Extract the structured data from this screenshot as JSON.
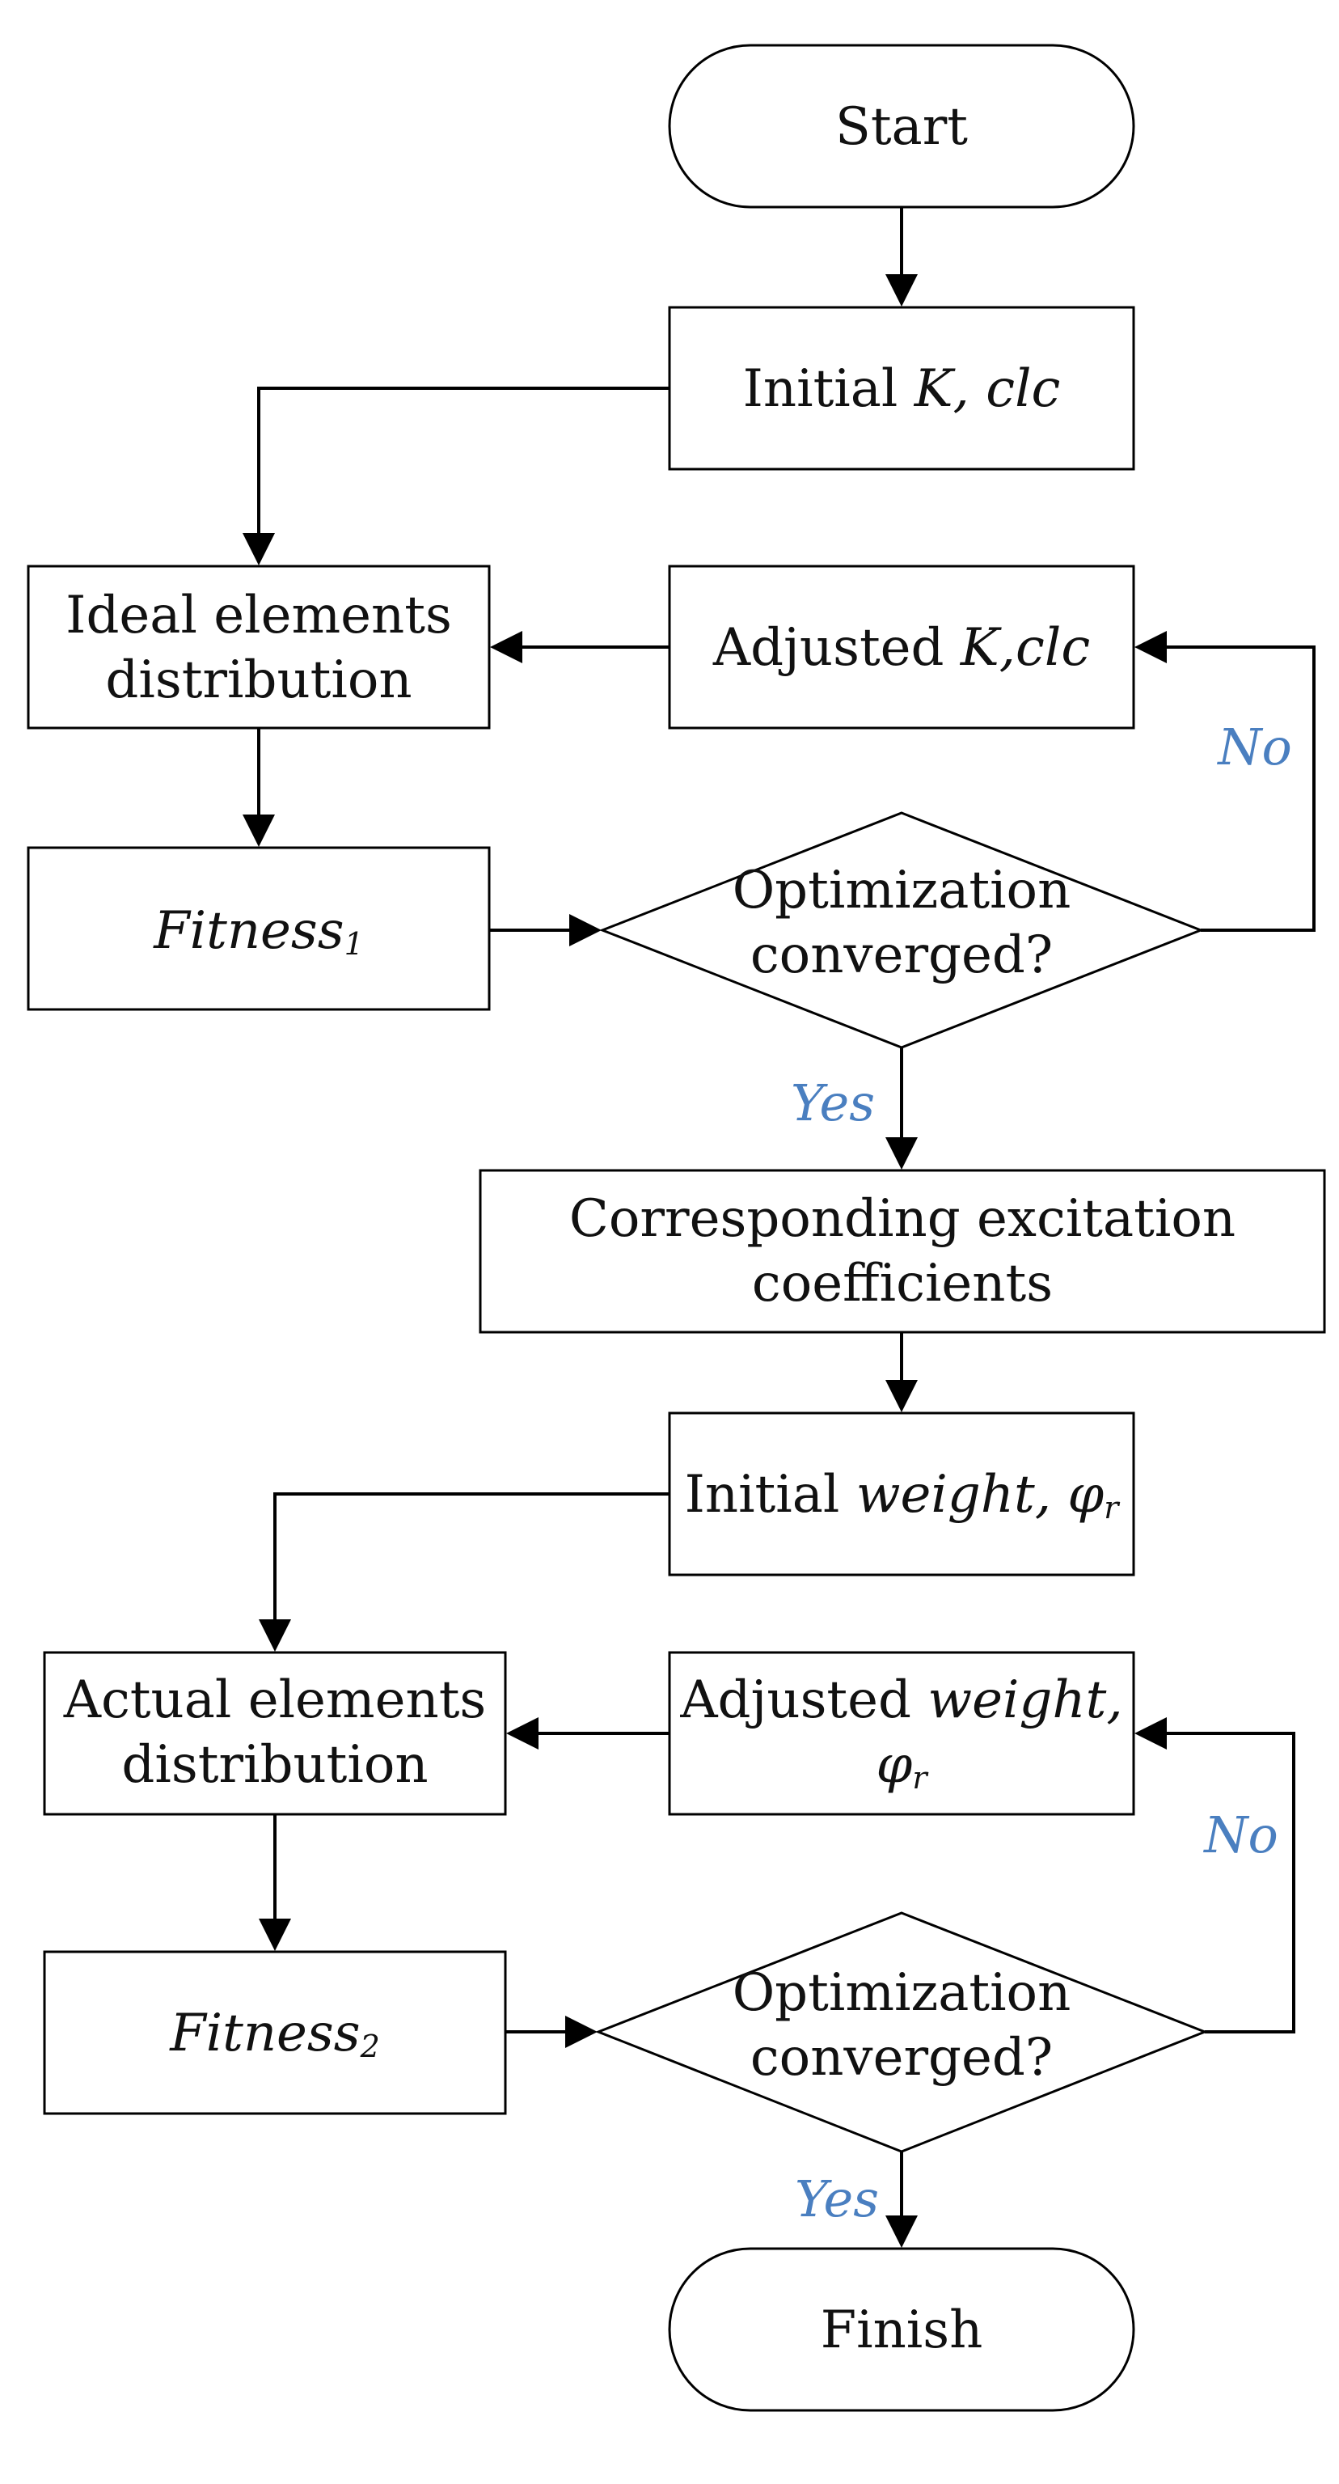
{
  "diagram": {
    "title": "",
    "colors": {
      "line": "#000000",
      "fill": "#ffffff",
      "text": "#111111",
      "branch_label": "#4a7fc0"
    },
    "start": "Start",
    "initial_k_clc": {
      "prefix": "Initial ",
      "vars": "K, clc"
    },
    "ideal_distribution": {
      "line1": "Ideal elements",
      "line2": "distribution"
    },
    "adjusted_k_clc": {
      "prefix": "Adjusted ",
      "vars": "K,clc"
    },
    "fitness1": {
      "base": "Fitness",
      "sub": "1"
    },
    "decision1": {
      "line1": "Optimization",
      "line2": "converged?"
    },
    "no_label": "No",
    "yes_label": "Yes",
    "corresponding": {
      "line1": "Corresponding excitation",
      "line2": "coefficients"
    },
    "initial_weight": {
      "prefix": "Initial ",
      "var": "weight, φ",
      "sub": "r"
    },
    "actual_distribution": {
      "line1": "Actual elements",
      "line2": "distribution"
    },
    "adjusted_weight": {
      "prefix": "Adjusted ",
      "var": "weight,",
      "line2_var": "φ",
      "line2_sub": "r"
    },
    "fitness2": {
      "base": "Fitness",
      "sub": "2"
    },
    "decision2": {
      "line1": "Optimization",
      "line2": "converged?"
    },
    "finish": "Finish"
  }
}
